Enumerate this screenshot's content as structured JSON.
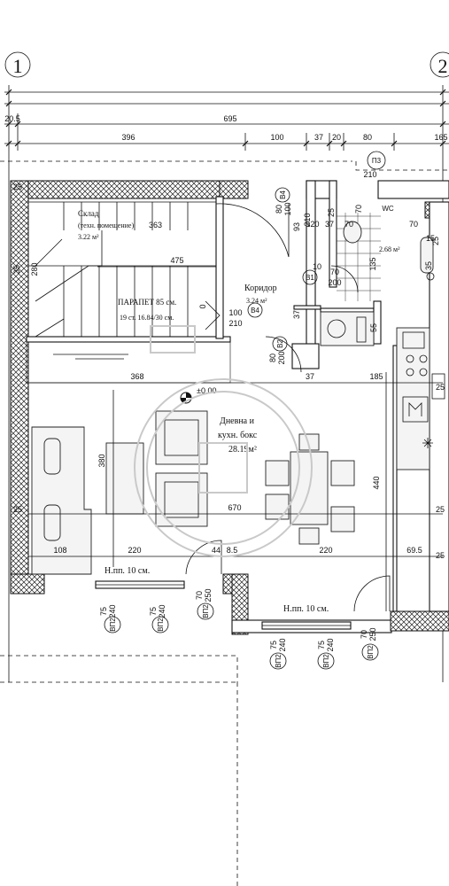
{
  "axes": {
    "left": "1",
    "right": "2"
  },
  "dimensions": {
    "d205": "20.5",
    "d695": "695",
    "d396": "396",
    "d100": "100",
    "d37": "37",
    "d20": "20",
    "d80": "80",
    "d165": "165",
    "d475": "475",
    "d368": "368",
    "d37b": "37",
    "d185": "185",
    "d380": "380",
    "d670": "670",
    "d440": "440",
    "d108": "108",
    "d220a": "220",
    "d44": "44",
    "d85": "8.5",
    "d220b": "220",
    "d695b": "69.5",
    "d25a": "25",
    "d25b": "25",
    "d25c": "25",
    "d25d": "25",
    "d25e": "25",
    "d35": "35",
    "d280": "280",
    "d55": "55",
    "d120": "120",
    "d37c": "37",
    "d210top": "210",
    "d80v": "80",
    "d100v": "100",
    "d210v": "210",
    "d93": "93",
    "d70a": "70",
    "d200a": "200",
    "d70b": "70",
    "d80b": "80",
    "d200b": "200",
    "d37v": "37",
    "d25f": "25",
    "d70c": "70",
    "d135": "135",
    "d10": "10",
    "d0": "0",
    "d10x": "100",
    "d210x": "210",
    "d35b": "35",
    "d15": "15",
    "d25g": "25",
    "d70d": "70"
  },
  "tags": {
    "p3": "П3",
    "v4a": "В4",
    "v1": "В1",
    "v4b": "В4",
    "v2": "В2",
    "wc": "WC",
    "vp2a": "ВП2",
    "vp2b": "ВП2",
    "vp2c": "ВП2",
    "vp2d": "ВП2",
    "vp2e": "ВП2",
    "vp2f": "ВП2"
  },
  "openings": {
    "o1a": "75",
    "o1b": "240",
    "o2a": "75",
    "o2b": "240",
    "o3a": "70",
    "o3b": "250",
    "o4a": "75",
    "o4b": "240",
    "o5a": "75",
    "o5b": "240",
    "o6a": "70",
    "o6b": "250"
  },
  "rooms": {
    "storage_name": "Склад",
    "storage_sub": "(техн. помещение)",
    "storage_dim": "363",
    "storage_area": "3.22 м²",
    "parapet": "ПАРАПЕТ 85 см.",
    "stairs": "19 ст. 16.84/30 см.",
    "corridor_name": "Коридор",
    "corridor_area": "3.24 м²",
    "wc_area": "2.68 м²",
    "level": "±0.00",
    "living_name1": "Дневна и",
    "living_name2": "кухн. бокс",
    "living_area": "28.19м²",
    "sill1": "Н.пп. 10 см.",
    "sill2": "Н.пп. 10 см."
  }
}
